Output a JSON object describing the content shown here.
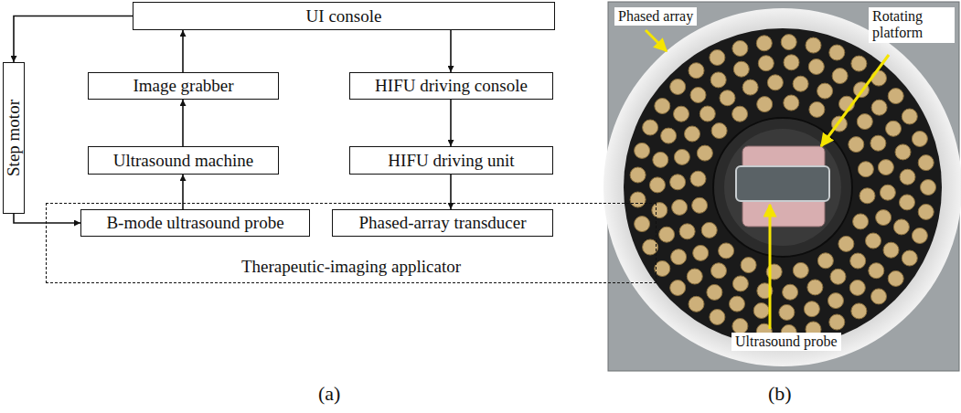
{
  "diagram": {
    "nodes": [
      {
        "text": [
          "UI console"
        ]
      },
      {
        "text": [
          "Step motor"
        ]
      },
      {
        "text": [
          "Image grabber"
        ]
      },
      {
        "text": [
          "HIFU driving console"
        ]
      },
      {
        "text": [
          "Ultrasound machine"
        ]
      },
      {
        "text": [
          "HIFU driving unit"
        ]
      },
      {
        "text": [
          "Therapeutic-imaging applicator"
        ]
      },
      {
        "text": [
          "B-mode ultrasound probe"
        ],
        "in": 6
      },
      {
        "text": [
          "Phased-array transducer"
        ],
        "in": 6
      }
    ],
    "edges": [
      {
        "from": 0,
        "to": 1,
        "arrow": "to"
      },
      {
        "from": 1,
        "to": 7,
        "arrow": "to"
      },
      {
        "from": 2,
        "to": 0,
        "arrow": "to"
      },
      {
        "from": 4,
        "to": 2,
        "arrow": "to"
      },
      {
        "from": 7,
        "to": 4,
        "arrow": "to"
      },
      {
        "from": 0,
        "to": 3,
        "arrow": "to"
      },
      {
        "from": 3,
        "to": 5,
        "arrow": "to"
      },
      {
        "from": 5,
        "to": 8,
        "arrow": "to"
      }
    ],
    "labels": [
      "(a)",
      "(b)",
      "Phased array",
      "Rotating platform",
      "Ultrasound probe"
    ]
  }
}
